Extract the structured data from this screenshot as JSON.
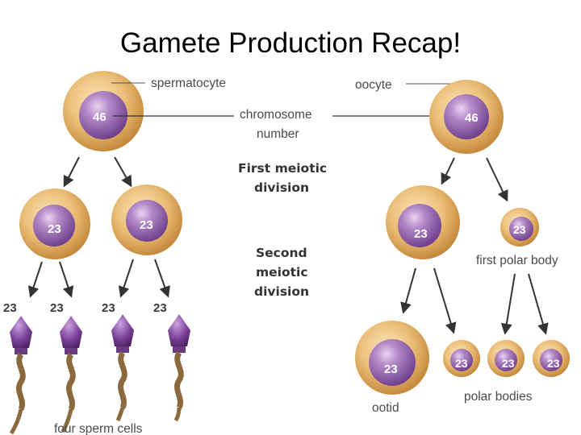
{
  "title": "Gamete Production Recap!",
  "labels": {
    "spermatocyte": "spermatocyte",
    "oocyte": "oocyte",
    "chromosome_number_line1": "chromosome",
    "chromosome_number_line2": "number",
    "first_meiotic_line1": "First meiotic",
    "first_meiotic_line2": "division",
    "second_meiotic_line1": "Second",
    "second_meiotic_line2": "meiotic",
    "second_meiotic_line3": "division",
    "first_polar_body": "first polar body",
    "ootid": "ootid",
    "polar_bodies": "polar bodies",
    "four_sperm_cells": "four sperm cells"
  },
  "chromosome_counts": {
    "spermatocyte": "46",
    "oocyte": "46",
    "secondary_spermatocyte_left": "23",
    "secondary_spermatocyte_right": "23",
    "secondary_oocyte": "23",
    "first_polar_body": "23",
    "sperm": [
      "23",
      "23",
      "23",
      "23"
    ],
    "ootid": "23",
    "polar_bodies": [
      "23",
      "23",
      "23"
    ]
  },
  "colors": {
    "cell_outer": "#d9a65c",
    "cell_inner": "#f3cf8e",
    "nucleus": "#8e62a8",
    "sperm_head": "#7a3f9a",
    "sperm_tail": "#8a6a3c",
    "arrow": "#333333"
  }
}
